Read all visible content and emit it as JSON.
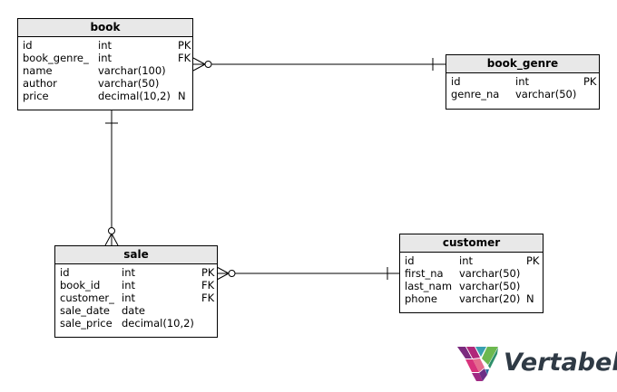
{
  "tables": {
    "book": {
      "name": "book",
      "rows": [
        {
          "col": "id",
          "type": "int",
          "key": "PK"
        },
        {
          "col": "book_genre_",
          "type": "int",
          "key": "FK"
        },
        {
          "col": "name",
          "type": "varchar(100)",
          "key": ""
        },
        {
          "col": "author",
          "type": "varchar(50)",
          "key": ""
        },
        {
          "col": "price",
          "type": "decimal(10,2)",
          "key": "N"
        }
      ]
    },
    "book_genre": {
      "name": "book_genre",
      "rows": [
        {
          "col": "id",
          "type": "int",
          "key": "PK"
        },
        {
          "col": "genre_na",
          "type": "varchar(50)",
          "key": ""
        }
      ]
    },
    "sale": {
      "name": "sale",
      "rows": [
        {
          "col": "id",
          "type": "int",
          "key": "PK"
        },
        {
          "col": "book_id",
          "type": "int",
          "key": "FK"
        },
        {
          "col": "customer_",
          "type": "int",
          "key": "FK"
        },
        {
          "col": "sale_date",
          "type": "date",
          "key": ""
        },
        {
          "col": "sale_price",
          "type": "decimal(10,2)",
          "key": ""
        }
      ]
    },
    "customer": {
      "name": "customer",
      "rows": [
        {
          "col": "id",
          "type": "int",
          "key": "PK"
        },
        {
          "col": "first_na",
          "type": "varchar(50)",
          "key": ""
        },
        {
          "col": "last_nam",
          "type": "varchar(50)",
          "key": ""
        },
        {
          "col": "phone",
          "type": "varchar(20)",
          "key": "N"
        }
      ]
    }
  },
  "logo": {
    "text": "Vertabelo"
  },
  "colors": {
    "header_bg": "#e8e8e8",
    "line": "#000000",
    "logo_text": "#2f3a45"
  }
}
